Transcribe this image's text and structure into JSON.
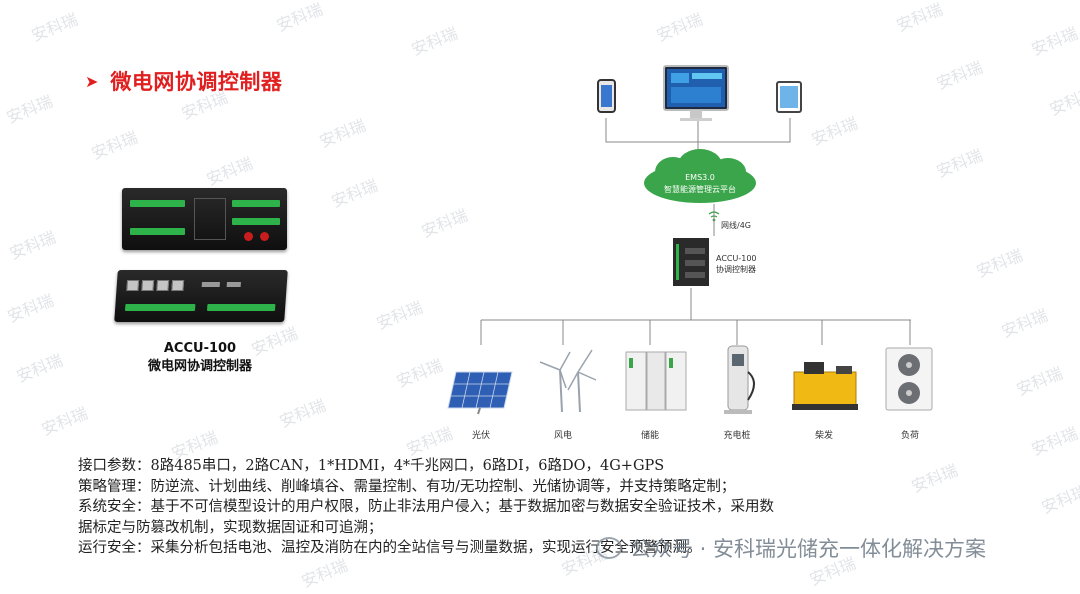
{
  "watermark": "安科瑞",
  "title": {
    "arrow": "➤",
    "text": "微电网协调控制器"
  },
  "product": {
    "model": "ACCU-100",
    "name": "微电网协调控制器"
  },
  "diagram": {
    "cloud": {
      "line1": "EMS3.0",
      "line2": "智慧能源管理云平台"
    },
    "link_label": "网线/4G",
    "controller": {
      "line1": "ACCU-100",
      "line2": "协调控制器"
    },
    "endpoints": [
      {
        "label": "光伏",
        "icon": "solar-panel-icon"
      },
      {
        "label": "风电",
        "icon": "wind-turbine-icon"
      },
      {
        "label": "储能",
        "icon": "energy-storage-icon"
      },
      {
        "label": "充电桩",
        "icon": "charging-pile-icon"
      },
      {
        "label": "柴发",
        "icon": "diesel-generator-icon"
      },
      {
        "label": "负荷",
        "icon": "load-icon"
      }
    ]
  },
  "description": {
    "line1": "接口参数：8路485串口，2路CAN，1*HDMI，4*千兆网口，6路DI，6路DO，4G+GPS",
    "line2": "策略管理：防逆流、计划曲线、削峰填谷、需量控制、有功/无功控制、光储协调等，并支持策略定制；",
    "line3": "系统安全：基于不可信模型设计的用户权限，防止非法用户侵入；基于数据加密与数据安全验证技术，采用数",
    "line4": "据标定与防篡改机制，实现数据固证和可追溯；",
    "line5": "运行安全：采集分析包括电池、温控及消防在内的全站信号与测量数据，实现运行安全预警预测。"
  },
  "footer": {
    "text": "公众号 · 安科瑞光储充一体化解决方案"
  }
}
